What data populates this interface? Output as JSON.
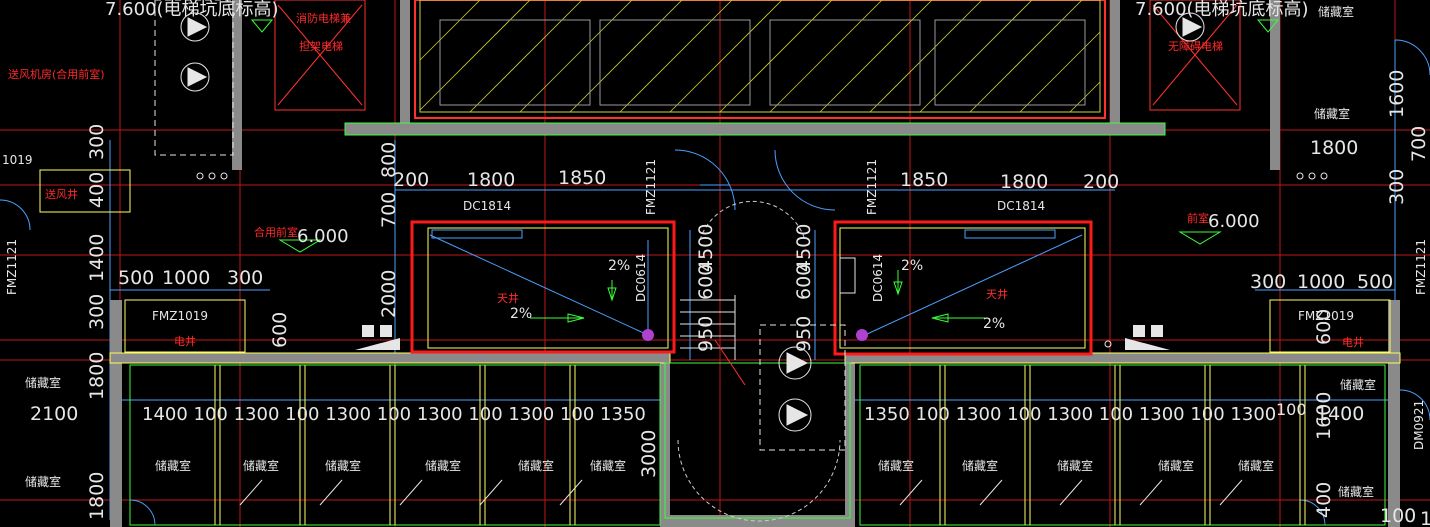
{
  "levels": {
    "pit_left": "7.600(电梯坑底标高)",
    "pit_right": "7.600(电梯坑底标高)",
    "lobby_left": "6.000",
    "lobby_right": "6.000"
  },
  "rooms": {
    "fire_elevator": [
      "消防电梯兼",
      "担架电梯"
    ],
    "barrier_free_elevator": [
      "无障碍电梯"
    ],
    "supply_air_room": "送风机房(合用前室)",
    "supply_air_shaft": "送风井",
    "shared_lobby": "合用前室",
    "front_room": "前室",
    "light_well_left": "天井",
    "light_well_right": "天井",
    "elec_shaft_left": "电井",
    "elec_shaft_right": "电井",
    "storage": "储藏室"
  },
  "tags": {
    "fmz1019_left": "FMZ1019",
    "fmz1019_right": "FMZ1019",
    "fmz1121_a": "FMZ1121",
    "fmz1121_b": "FMZ1121",
    "fmz1121_c": "FMZ1121",
    "fmz1121_d": "FMZ1121",
    "dc1814_left": "DC1814",
    "dc1814_right": "DC1814",
    "dc0614_left": "DC0614",
    "dc0614_right": "DC0614",
    "dm0921": "DM0921",
    "partial_1019": "1019"
  },
  "slopes": {
    "a": "2%",
    "b": "2%",
    "c": "2%",
    "d": "2%"
  },
  "dims": {
    "v300": "300",
    "v400": "400",
    "v1400": "1400",
    "v300b": "300",
    "v1800": "1800",
    "v1800b": "1800",
    "v800": "800",
    "v700": "700",
    "v2000": "2000",
    "v600": "600",
    "v600r": "600",
    "v4500l": "4500",
    "v600l": "600",
    "v4500r": "4500",
    "v600r2": "600",
    "v950l": "950",
    "v950r": "950",
    "v3000": "3000",
    "v1600": "1600",
    "v700r": "700",
    "v300r": "300",
    "v1600b": "1600",
    "v400b": "400",
    "h200l": "200",
    "h1800l": "1800",
    "h1850l": "1850",
    "h1850r": "1850",
    "h1800r": "1800",
    "h200r": "200",
    "h500l": "500",
    "h1000l": "1000",
    "h300l": "300",
    "h300r": "300",
    "h1000r": "1000",
    "h500r": "500",
    "h1800rt": "1800",
    "h2100": "2100",
    "row_left": "1400 100 1300 100 1300 100 1300 100 1300 100 1350",
    "row_right": "1350 100 1300 100 1300 100 1300 100 1300",
    "h100r": "100",
    "h1400r": "1400",
    "h100b": "100",
    "h1b": "1"
  }
}
